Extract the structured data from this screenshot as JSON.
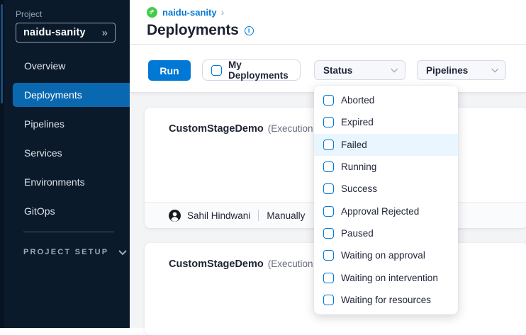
{
  "colors": {
    "accent": "#0278d5",
    "nav_active": "#0a68b0",
    "sidebar_bg": "#0b1a2b",
    "module_green": "#43cc49",
    "menu_hover": "#e9f6fe"
  },
  "sidebar": {
    "project_label": "Project",
    "project_name": "naidu-sanity",
    "collapse_glyph": "»",
    "items": [
      {
        "label": "Overview",
        "active": false
      },
      {
        "label": "Deployments",
        "active": true
      },
      {
        "label": "Pipelines",
        "active": false
      },
      {
        "label": "Services",
        "active": false
      },
      {
        "label": "Environments",
        "active": false
      },
      {
        "label": "GitOps",
        "active": false
      }
    ],
    "section_label": "PROJECT SETUP"
  },
  "header": {
    "breadcrumb_project": "naidu-sanity",
    "breadcrumb_chevron": "›",
    "module_glyph": "∞",
    "title": "Deployments",
    "info_glyph": "i"
  },
  "toolbar": {
    "run_label": "Run",
    "my_deployments_label": "My Deployments",
    "status_label": "Status",
    "pipelines_label": "Pipelines"
  },
  "status_menu": {
    "items": [
      {
        "label": "Aborted",
        "checked": false,
        "hovered": false
      },
      {
        "label": "Expired",
        "checked": false,
        "hovered": false
      },
      {
        "label": "Failed",
        "checked": false,
        "hovered": true
      },
      {
        "label": "Running",
        "checked": false,
        "hovered": false
      },
      {
        "label": "Success",
        "checked": false,
        "hovered": false
      },
      {
        "label": "Approval Rejected",
        "checked": false,
        "hovered": false
      },
      {
        "label": "Paused",
        "checked": false,
        "hovered": false
      },
      {
        "label": "Waiting on approval",
        "checked": false,
        "hovered": false
      },
      {
        "label": "Waiting on intervention",
        "checked": false,
        "hovered": false
      },
      {
        "label": "Waiting for resources",
        "checked": false,
        "hovered": false
      }
    ]
  },
  "deployments": [
    {
      "pipeline": "CustomStageDemo",
      "execution_suffix": "(Execution Id",
      "triggered_by": "Sahil Hindwani",
      "trigger_type": "Manually"
    },
    {
      "pipeline": "CustomStageDemo",
      "execution_suffix": "(Execution Id"
    }
  ]
}
